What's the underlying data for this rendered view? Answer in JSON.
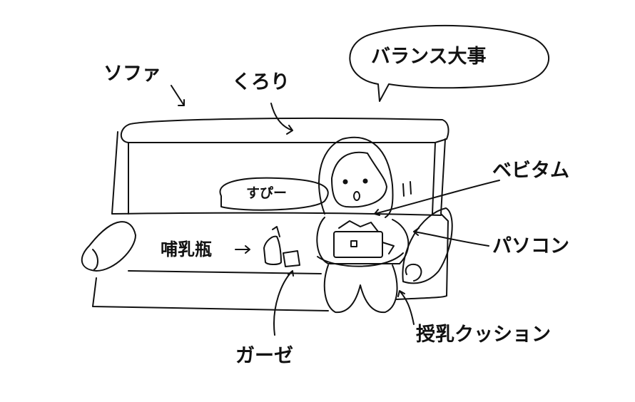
{
  "labels": {
    "sofa": "ソファ",
    "kurori": "くろり",
    "balance": "バランス大事",
    "sleeping": "すぴー",
    "bebitam": "ベビタム",
    "bottle": "哺乳瓶",
    "laptop": "パソコン",
    "gauze": "ガーゼ",
    "nursing_cushion": "授乳クッション"
  },
  "colors": {
    "ink": "#111111",
    "background": "#ffffff"
  }
}
